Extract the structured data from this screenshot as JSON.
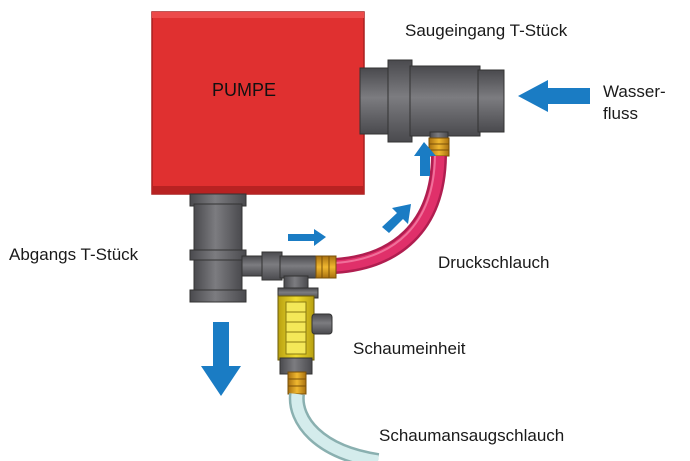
{
  "colors": {
    "pump": "#e03030",
    "pump_dark": "#b82222",
    "pipe_gray": "#6e6e72",
    "pipe_dark": "#3e3e42",
    "hose_red": "#e0306a",
    "brass": "#e0a020",
    "arrow_blue": "#1a7cc4",
    "foam_yellow": "#e8d020",
    "suction_hose": "#bfe0e0"
  },
  "labels": {
    "pump": "PUMPE",
    "suction_inlet": "Saugeingang T-Stück",
    "water_flow_1": "Wasser-",
    "water_flow_2": "fluss",
    "outlet_tee": "Abgangs T-Stück",
    "pressure_hose": "Druckschlauch",
    "foam_unit": "Schaumeinheit",
    "foam_suction_hose": "Schaumansaugschlauch"
  }
}
